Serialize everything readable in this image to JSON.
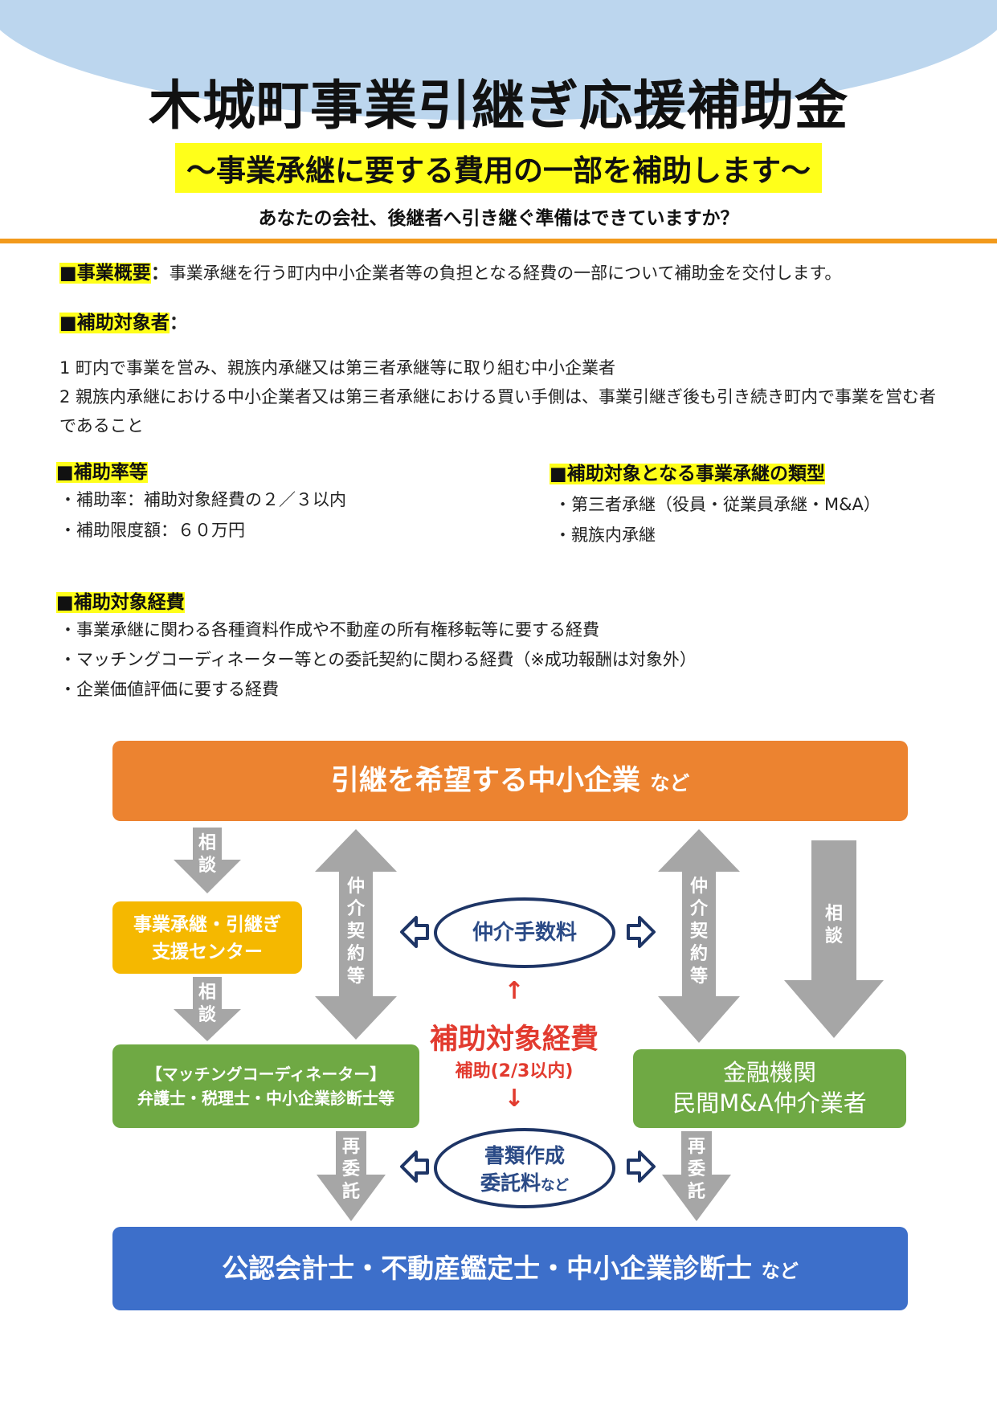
{
  "header": {
    "title": "木城町事業引継ぎ応援補助金",
    "subtitle": "～事業承継に要する費用の一部を補助します～",
    "question": "あなたの会社、後継者へ引き継ぐ準備はできていますか？"
  },
  "overview": {
    "heading": "■事業概要",
    "colon": "：",
    "text": "事業承継を行う町内中小企業者等の負担となる経費の一部について補助金を交付します。"
  },
  "eligible": {
    "heading": "■補助対象者",
    "colon": "：",
    "items": [
      "1 町内で事業を営み、親族内承継又は第三者承継等に取り組む中小企業者",
      "2 親族内承継における中小企業者又は第三者承継における買い手側は、事業引継ぎ後も引き続き町内で事業を営む者",
      "であること"
    ]
  },
  "rate": {
    "heading": "■補助率等",
    "items": [
      "・補助率：補助対象経費の２／３以内",
      "・補助限度額：６０万円"
    ]
  },
  "types": {
    "heading": "■補助対象となる事業承継の類型",
    "items": [
      "・第三者承継（役員・従業員承継・M&A）",
      "・親族内承継"
    ]
  },
  "expenses": {
    "heading": "■補助対象経費",
    "items": [
      "・事業承継に関わる各種資料作成や不動産の所有権移転等に要する経費",
      "・マッチングコーディネーター等との委託契約に関わる経費（※成功報酬は対象外）",
      "・企業価値評価に要する経費"
    ]
  },
  "diagram": {
    "top_box": "引継を希望する中小企業",
    "top_suffix": "など",
    "support_center": [
      "事業承継・引継ぎ",
      "支援センター"
    ],
    "coordinator": [
      "【マッチングコーディネーター】",
      "弁護士・税理士・中小企業診断士等"
    ],
    "finance": [
      "金融機関",
      "民間M&A仲介業者"
    ],
    "bottom_box": "公認会計士・不動産鑑定士・中小企業診断士",
    "bottom_suffix": "など",
    "fee": "仲介手数料",
    "docs": [
      "書類作成",
      "委託料"
    ],
    "docs_suffix": "など",
    "subsidy_main": "補助対象経費",
    "subsidy_sub": "補助(2/3以内)",
    "up_arrow": "↑",
    "down_arrow": "↓",
    "consult": "相談",
    "contract": "仲介契約等",
    "recommission": "再委託",
    "colors": {
      "orange": "#ec8330",
      "yellow": "#f5b800",
      "green": "#6fa944",
      "blue": "#3d6fca",
      "gray_arrow": "#a6a6a6",
      "red": "#e23b2f",
      "navy": "#1e3566"
    }
  }
}
